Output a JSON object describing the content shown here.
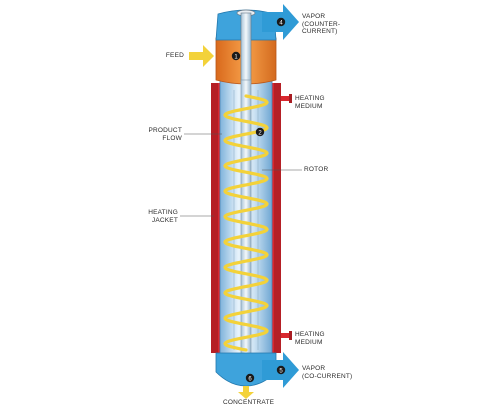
{
  "diagram": {
    "labels": {
      "feed": "FEED",
      "vapor_top": [
        "VAPOR",
        "(COUNTER-",
        "CURRENT)"
      ],
      "heating_medium_top": [
        "HEATING",
        "MEDIUM"
      ],
      "product_flow": [
        "PRODUCT",
        "FLOW"
      ],
      "rotor": "ROTOR",
      "heating_jacket": [
        "HEATING",
        "JACKET"
      ],
      "heating_medium_bottom": [
        "HEATING",
        "MEDIUM"
      ],
      "vapor_bottom": [
        "VAPOR",
        "(CO-CURRENT)"
      ],
      "concentrate": "CONCENTRATE"
    },
    "markers": [
      "1",
      "2",
      "3",
      "4",
      "5",
      "6"
    ],
    "colors": {
      "jacket": "#d9272e",
      "jacket_dark": "#a81c22",
      "vessel": "#9fc8e8",
      "vessel_light": "#e4f1fb",
      "top_chamber": "#f08a2c",
      "vapor_arrow": "#2f9bd6",
      "product_flow": "#f3d23a",
      "rotor": "#dce8f2",
      "marker": "#1a1a1a"
    }
  }
}
